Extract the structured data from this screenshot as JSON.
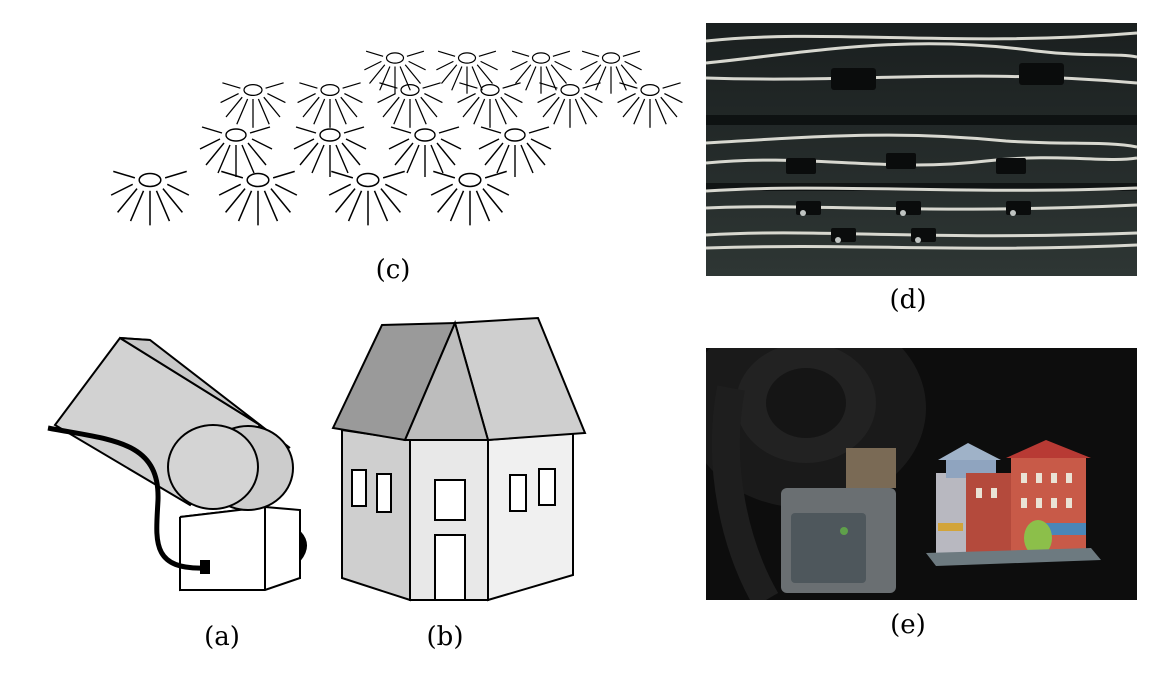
{
  "captions": {
    "a": "(a)",
    "b": "(b)",
    "c": "(c)",
    "d": "(d)",
    "e": "(e)"
  },
  "icons": {
    "light": "light-bulb-icon",
    "camera": "camera-icon",
    "house": "house-icon"
  },
  "colors": {
    "stroke": "#000000",
    "light_gray": "#d4d4d4",
    "mid_gray": "#c0c0c0",
    "dark_gray": "#9a9a9a",
    "wall_left": "#cfcfcf",
    "wall_front": "#e8e8e8",
    "wall_right": "#f0f0f0",
    "photo_dark": "#1c2222"
  }
}
